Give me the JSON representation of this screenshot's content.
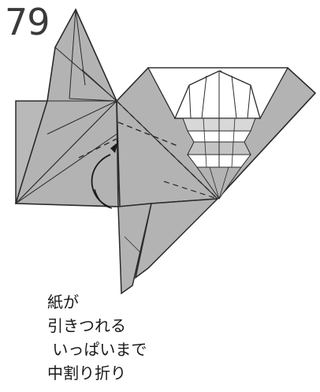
{
  "step": {
    "number": "79"
  },
  "instructions": {
    "lines": [
      "紙が",
      "引きつれる",
      " いっぱいまで",
      "中割り折り"
    ]
  },
  "colors": {
    "paper_fill": "#b3b3b3",
    "paper_light": "#d4d4d4",
    "white_face": "#ffffff",
    "line": "#2a2a2a",
    "arrow": "#1a1a1a"
  },
  "icons": {
    "fold_arrow": "curved-arrow-icon",
    "valley_fold": "dashed-fold-line"
  }
}
